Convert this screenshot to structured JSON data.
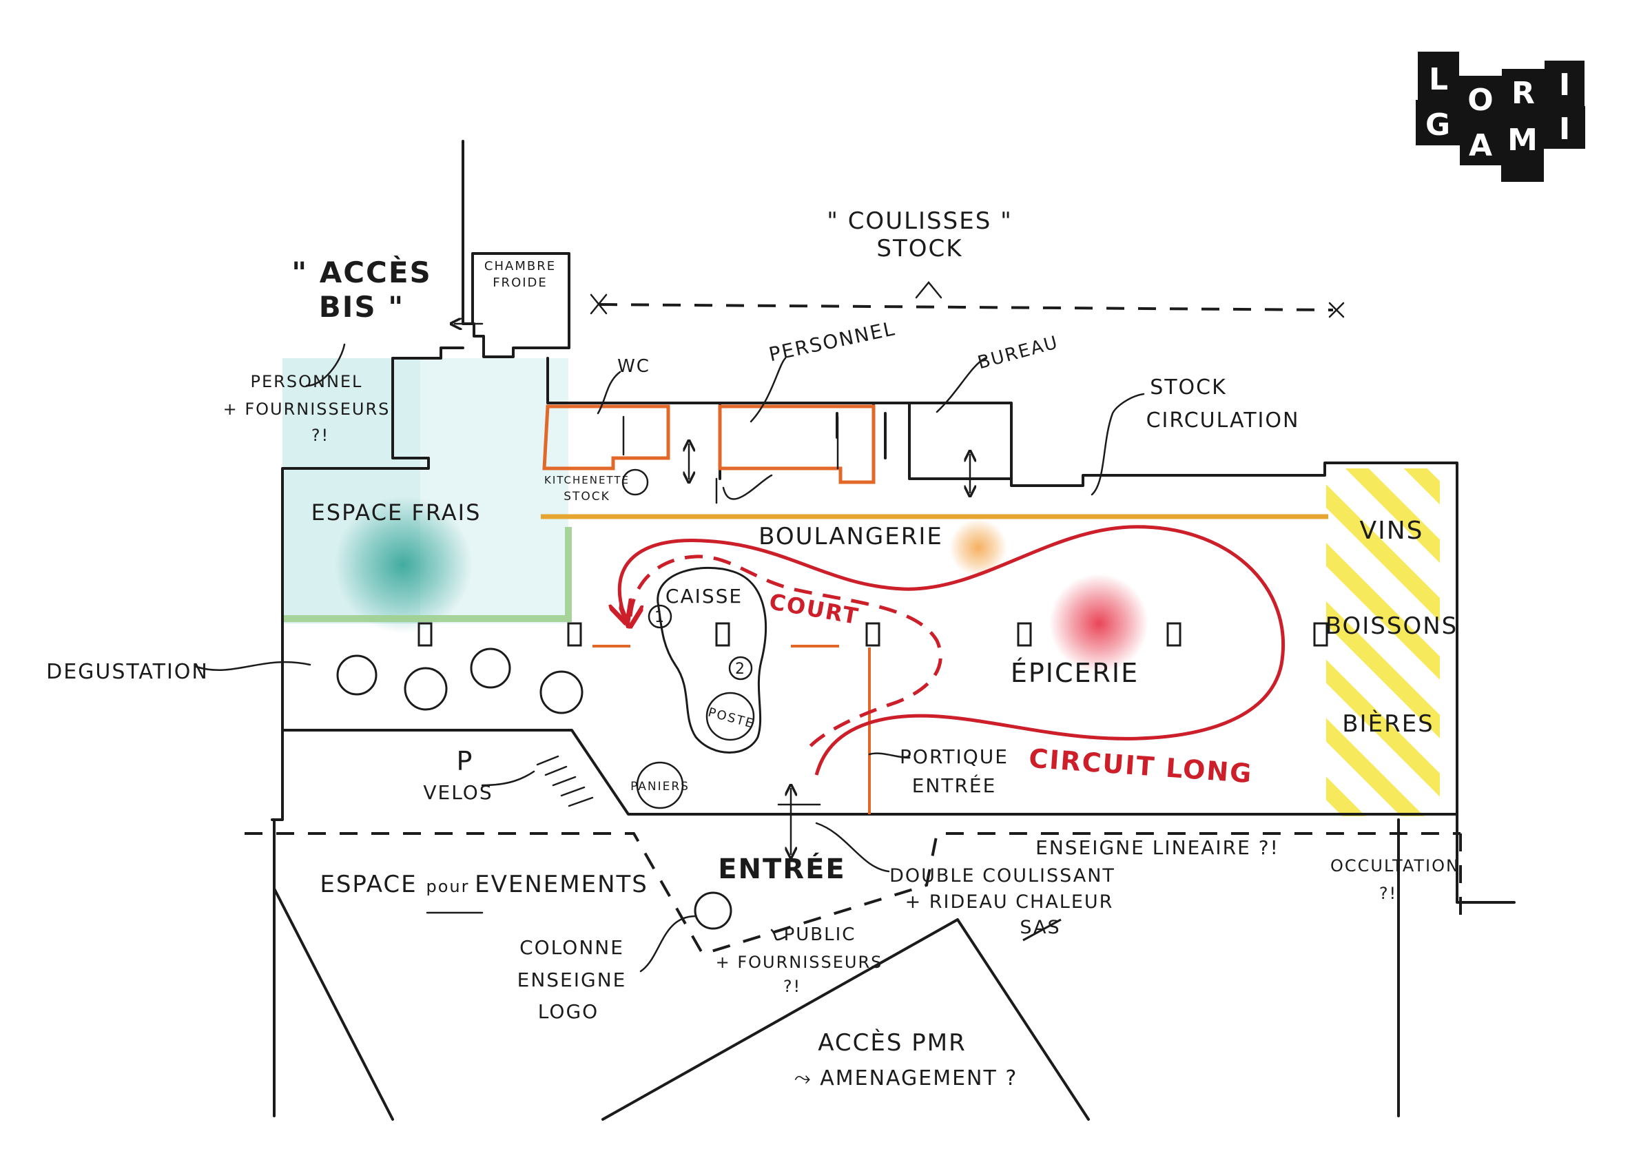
{
  "colors": {
    "ink": "#1b1b1b",
    "circuit_red": "#cc1f2a",
    "orange_walls": "#e2682a",
    "boulangerie_yellow": "#e6a531",
    "fresh_zone": "#d9f0f0",
    "fresh_spot": "#3aa89c",
    "green_divider": "#9fcf8f",
    "drinks_hatch": "#f7e95c",
    "epicerie_spot": "#e83c4f",
    "boulangerie_spot": "#f4a850"
  },
  "logo": {
    "letters": [
      "L",
      "O",
      "R",
      "I",
      "G",
      "A",
      "M",
      "I"
    ]
  },
  "labels": {
    "coulisses": "\" COULISSES \"",
    "stock": "STOCK",
    "acces": "\" ACCÈS",
    "bis": "BIS \"",
    "chambre": "CHAMBRE",
    "froide": "FROIDE",
    "personnel_access": "PERSONNEL",
    "fournisseurs_access": "+ FOURNISSEURS",
    "question_access": "?!",
    "wc": "WC",
    "personnel": "PERSONNEL",
    "bureau": "BUREAU",
    "stock_circ_1": "STOCK",
    "stock_circ_2": "CIRCULATION",
    "kitchenette_1": "KITCHENETTE",
    "kitchenette_2": "STOCK",
    "espace_frais": "ESPACE FRAIS",
    "boulangerie": "BOULANGERIE",
    "vins": "VINS",
    "boissons": "BOISSONS",
    "bieres": "BIÈRES",
    "caisse": "CAISSE",
    "n1": "1",
    "n2": "2",
    "poste": "POSTE",
    "court": "COURT",
    "epicerie": "ÉPICERIE",
    "degustation": "DEGUSTATION",
    "p": "P",
    "velos": "VELOS",
    "paniers": "PANIERS",
    "portique_1": "PORTIQUE",
    "portique_2": "ENTRÉE",
    "circuit_long": "CIRCUIT LONG",
    "entree": "ENTRÉE",
    "enseigne_lineaire": "ENSEIGNE LINEAIRE ?!",
    "occultation": "OCCULTATION",
    "occultation_q": "?!",
    "double_coulissant": "DOUBLE COULISSANT",
    "rideau": "+ RIDEAU CHALEUR",
    "sas": "SAS",
    "espace_pour": "ESPACE",
    "pour": "pour",
    "evenements": "EVENEMENTS",
    "colonne_1": "COLONNE",
    "colonne_2": "ENSEIGNE",
    "colonne_3": "LOGO",
    "public_1": "PUBLIC",
    "public_2": "+ FOURNISSEURS",
    "public_3": "?!",
    "acces_pmr": "ACCÈS PMR",
    "amenagement": "⤳ AMENAGEMENT ?"
  }
}
